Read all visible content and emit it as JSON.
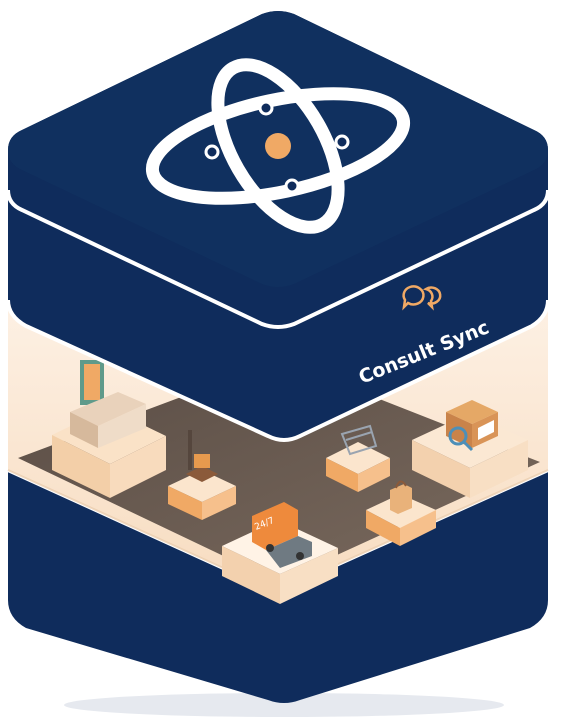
{
  "brand": {
    "name": "Consult Sync",
    "logo_icon": "atom-orbit-icon",
    "chat_icon": "chat-bubbles-icon"
  },
  "scene": {
    "stations": [
      {
        "name": "kiosk-station",
        "icon": "kiosk-icon"
      },
      {
        "name": "package-scale-station",
        "icon": "package-scale-icon"
      },
      {
        "name": "shopping-cart-station",
        "icon": "shopping-cart-icon"
      },
      {
        "name": "barcode-box-station",
        "icon": "barcode-search-box-icon"
      },
      {
        "name": "shopping-bag-station",
        "icon": "shopping-bag-icon"
      },
      {
        "name": "delivery-truck-station",
        "icon": "delivery-truck-icon",
        "label": "24/7"
      }
    ]
  },
  "colors": {
    "navy": "#0f2c5c",
    "navy_dark": "#0a2148",
    "accent": "#f0a965",
    "white": "#ffffff",
    "floor": "#6b5c52",
    "pedestal": "#fce8d2"
  }
}
